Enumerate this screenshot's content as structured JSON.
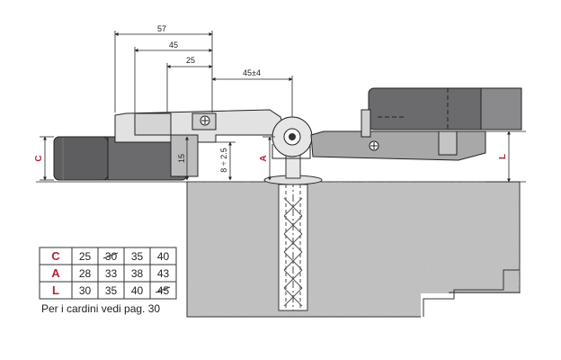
{
  "dimensions": {
    "d57": "57",
    "d45": "45",
    "d25": "25",
    "d45tol": "45±4",
    "d15": "15",
    "d8": "8 ÷ 2.5",
    "labelC": "C",
    "labelA": "A",
    "labelL": "L"
  },
  "table": {
    "rows": [
      {
        "label": "C",
        "values": [
          "25",
          "30",
          "35",
          "40"
        ]
      },
      {
        "label": "A",
        "values": [
          "28",
          "33",
          "38",
          "43"
        ]
      },
      {
        "label": "L",
        "values": [
          "30",
          "35",
          "40",
          "45"
        ]
      }
    ]
  },
  "note": "Per i cardini vedi pag. 30",
  "colors": {
    "accent": "#b0243a",
    "panel": "#6e6e70",
    "wall": "#b9b9b9",
    "line": "#222222"
  }
}
